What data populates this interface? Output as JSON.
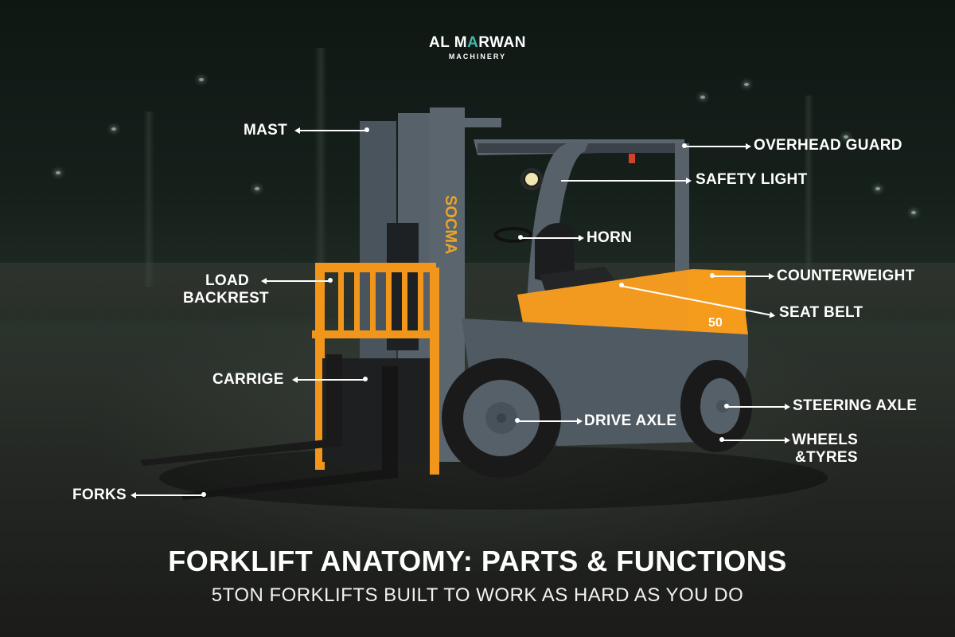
{
  "brand": {
    "name_part1": "AL M",
    "name_accent": "A",
    "name_part2": "RWAN",
    "tagline": "MACHINERY",
    "accent_color": "#3fb8a8"
  },
  "machine": {
    "maker_mark": "SOCMA",
    "capacity_badge": "50",
    "body_color": "#f29a1f",
    "frame_color": "#4f5a63"
  },
  "labels": {
    "mast": "MAST",
    "overhead_guard": "OVERHEAD GUARD",
    "safety_light": "SAFETY LIGHT",
    "horn": "HORN",
    "load_backrest_line1": "LOAD",
    "load_backrest_line2": "BACKREST",
    "counterweight": "COUNTERWEIGHT",
    "seat_belt": "SEAT BELT",
    "carrige": "CARRIGE",
    "drive_axle": "DRIVE AXLE",
    "steering_axle": "STEERING AXLE",
    "wheels_line1": "WHEELS",
    "wheels_line2": "&TYRES",
    "forks": "FORKS"
  },
  "footer": {
    "title": "FORKLIFT ANATOMY: PARTS & FUNCTIONS",
    "subtitle": "5TON FORKLIFTS BUILT TO WORK AS HARD AS YOU DO"
  }
}
